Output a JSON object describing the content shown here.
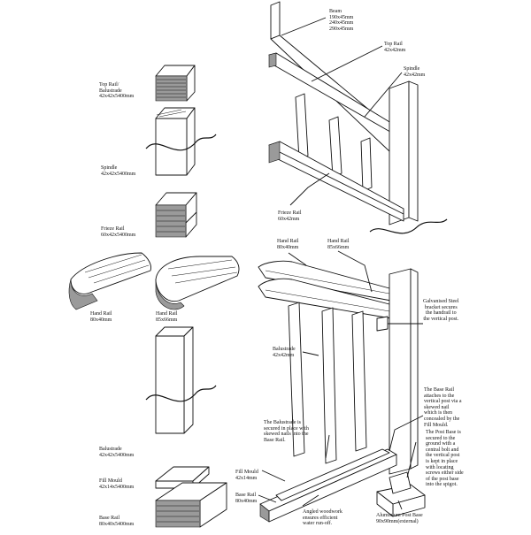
{
  "left_labels": {
    "top_rail": [
      "Top Rail/",
      "Balustrade",
      "42x42x5400mm"
    ],
    "spindle": [
      "Spindle",
      "42x42x5400mm"
    ],
    "frieze_rail": [
      "Frieze Rail",
      "60x42x5400mm"
    ],
    "hand_rail_80": [
      "Hand Rail",
      "80x40mm"
    ],
    "hand_rail_85": [
      "Hand Rail",
      "85x66mm"
    ],
    "balustrade": [
      "Balustrade",
      "42x42x5400mm"
    ],
    "fill_mould": [
      "Fill Mould",
      "42x14x5400mm"
    ],
    "base_rail": [
      "Base Rail",
      "80x40x5400mm"
    ]
  },
  "upper_assembly": {
    "beam": [
      "Beam",
      "190x45mm",
      "240x45mm",
      "290x45mm"
    ],
    "top_rail": [
      "Top Rail",
      "42x42mm"
    ],
    "spindle": [
      "Spindle",
      "42x42mm"
    ],
    "frieze_rail": [
      "Frieze Rail",
      "60x42mm"
    ]
  },
  "lower_assembly": {
    "hand_rail_80": [
      "Hand Rail",
      "80x40mm"
    ],
    "hand_rail_85": [
      "Hand Rail",
      "85x66mm"
    ],
    "galvanised": [
      "Galvanised Steel",
      "bracket secures",
      "the handrail to",
      "the vertical post."
    ],
    "balustrade": [
      "Balustrade",
      "42x42mm"
    ],
    "balustrade_note": [
      "The Balustrade is",
      "secured in place with",
      "skewed nails into the",
      "Base Rail."
    ],
    "base_rail_note": [
      "The Base Rail",
      "attaches to the",
      "vertical post via a",
      "skewed nail",
      "which is then",
      "concealed by the",
      "Fill Mould."
    ],
    "post_base_note": [
      "The Post Base is",
      "secured to the",
      "ground with a",
      "central bolt and",
      "the vertical post",
      "is kept in place",
      "with locating",
      "screws either side",
      "of the post base",
      "into the spigot."
    ],
    "fill_mould": [
      "Fill Mould",
      "42x14mm"
    ],
    "base_rail": [
      "Base Rail",
      "80x40mm"
    ],
    "angled": [
      "Angled woodwork",
      "ensures efficient",
      "water run-off."
    ],
    "post_base": [
      "Aluminium Post Base",
      "90x90mm(external)"
    ]
  }
}
